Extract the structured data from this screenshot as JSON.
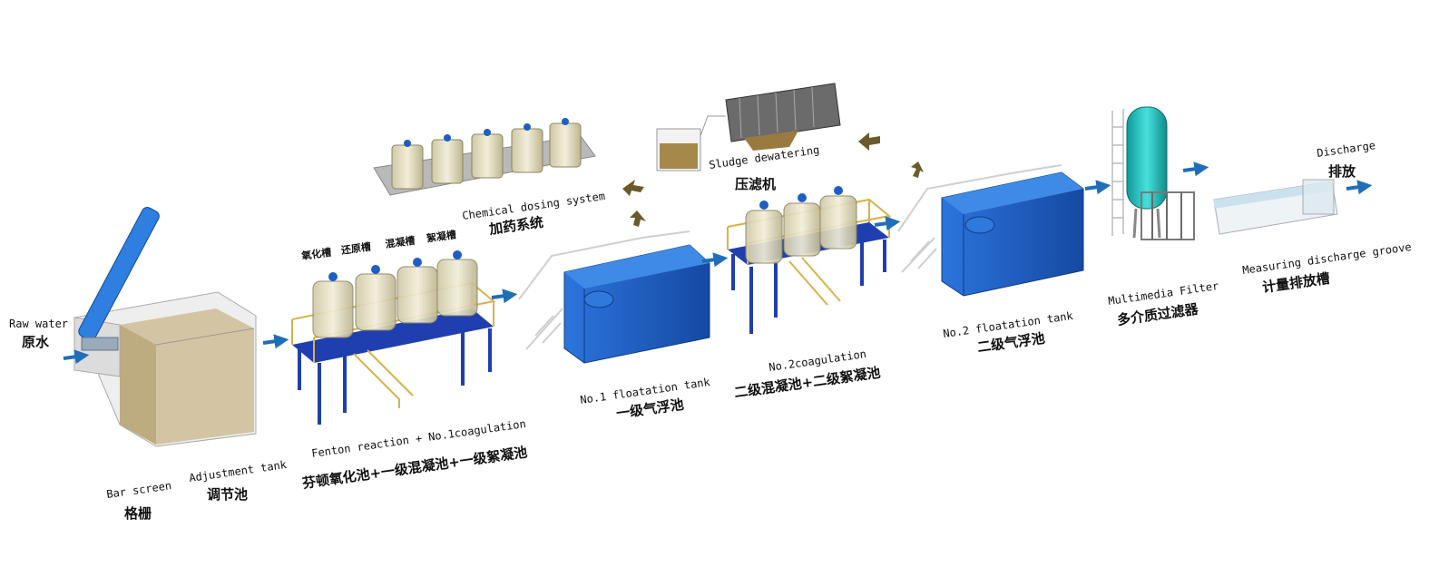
{
  "labels": {
    "raw_water": {
      "en": "Raw water",
      "zh": "原水"
    },
    "bar_screen": {
      "en": "Bar screen",
      "zh": "格栅"
    },
    "adjustment_tank": {
      "en": "Adjustment tank",
      "zh": "调节池"
    },
    "tank_row": {
      "oxidation": "氧化槽",
      "reduction": "还原槽",
      "mixing": "混凝槽",
      "flocculation": "絮凝槽"
    },
    "chemical_dosing": {
      "en": "Chemical dosing system",
      "zh": "加药系统"
    },
    "fenton": {
      "en": "Fenton reaction + No.1coagulation",
      "zh": "芬顿氧化池+一级混凝池+一级絮凝池"
    },
    "floatation1": {
      "en": "No.1 floatation tank",
      "zh": "一级气浮池"
    },
    "sludge": {
      "en": "Sludge dewatering",
      "zh": "压滤机"
    },
    "coagulation2": {
      "en": "No.2coagulation",
      "zh": "二级混凝池+二级絮凝池"
    },
    "floatation2": {
      "en": "No.2 floatation tank",
      "zh": "二级气浮池"
    },
    "multimedia": {
      "en": "Multimedia Filter",
      "zh": "多介质过滤器"
    },
    "measuring": {
      "en": "Measuring discharge groove",
      "zh": "计量排放槽"
    },
    "discharge": {
      "en": "Discharge",
      "zh": "排放"
    }
  },
  "colors": {
    "flow_arrow": "#1f6fb8",
    "sludge_arrow": "#6b5a2a",
    "equipment_blue": "#1d5fc4",
    "tank_cream": "#e8e3c8",
    "frame_yellow": "#d8b24a",
    "platform_blue": "#1f3fb0",
    "filter_teal": "#22c3c0"
  }
}
